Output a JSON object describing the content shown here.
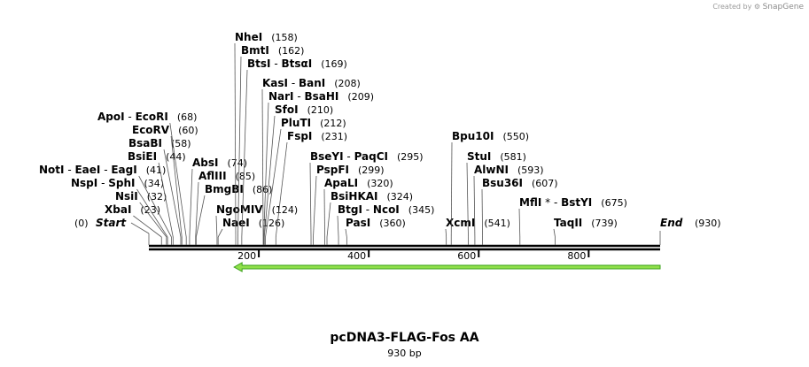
{
  "credit": {
    "prefix": "Created by",
    "brand": "SnapGene"
  },
  "construct": {
    "name": "pcDNA3-FLAG-Fos AA",
    "length_label": "930 bp"
  },
  "sequence": {
    "length": 930
  },
  "ruler_ticks": [
    "200",
    "400",
    "600",
    "800"
  ],
  "start_label": {
    "pos": "(0)",
    "name": "Start"
  },
  "end_label": {
    "pos": "(930)",
    "name": "End"
  },
  "sites": [
    {
      "id": "xbai",
      "parts": [
        {
          "t": "XbaI",
          "b": true
        }
      ],
      "pos": "(23)",
      "site": 23,
      "side": "left"
    },
    {
      "id": "nsii",
      "parts": [
        {
          "t": "NsiI",
          "b": true
        }
      ],
      "pos": "(32)",
      "site": 32,
      "side": "left"
    },
    {
      "id": "nspi",
      "parts": [
        {
          "t": "NspI",
          "b": true
        },
        {
          "t": " - ",
          "b": false
        },
        {
          "t": "SphI",
          "b": true
        }
      ],
      "pos": "(34)",
      "site": 34,
      "side": "left"
    },
    {
      "id": "noti",
      "parts": [
        {
          "t": "NotI",
          "b": true
        },
        {
          "t": " - ",
          "b": false
        },
        {
          "t": "EaeI",
          "b": true
        },
        {
          "t": " - ",
          "b": false
        },
        {
          "t": "EagI",
          "b": true
        }
      ],
      "pos": "(41)",
      "site": 41,
      "side": "left"
    },
    {
      "id": "bsiei",
      "parts": [
        {
          "t": "BsiEI",
          "b": true
        }
      ],
      "pos": "(44)",
      "site": 44,
      "side": "left"
    },
    {
      "id": "bsabi",
      "parts": [
        {
          "t": "BsaBI",
          "b": true
        }
      ],
      "pos": "(58)",
      "site": 58,
      "side": "left"
    },
    {
      "id": "ecorv",
      "parts": [
        {
          "t": "EcoRV",
          "b": true
        }
      ],
      "pos": "(60)",
      "site": 60,
      "side": "left"
    },
    {
      "id": "apoi",
      "parts": [
        {
          "t": "ApoI",
          "b": true
        },
        {
          "t": " - ",
          "b": false
        },
        {
          "t": "EcoRI",
          "b": true
        }
      ],
      "pos": "(68)",
      "site": 68,
      "side": "left"
    },
    {
      "id": "absi",
      "parts": [
        {
          "t": "AbsI",
          "b": true
        }
      ],
      "pos": "(74)",
      "site": 74,
      "side": "right"
    },
    {
      "id": "afliii",
      "parts": [
        {
          "t": "AflIII",
          "b": true
        }
      ],
      "pos": "(85)",
      "site": 85,
      "side": "right"
    },
    {
      "id": "bmgbi",
      "parts": [
        {
          "t": "BmgBI",
          "b": true
        }
      ],
      "pos": "(86)",
      "site": 86,
      "side": "right"
    },
    {
      "id": "ngomiv",
      "parts": [
        {
          "t": "NgoMIV",
          "b": true
        }
      ],
      "pos": "(124)",
      "site": 124,
      "side": "right"
    },
    {
      "id": "naei",
      "parts": [
        {
          "t": "NaeI",
          "b": true
        }
      ],
      "pos": "(126)",
      "site": 126,
      "side": "right"
    },
    {
      "id": "nhei",
      "parts": [
        {
          "t": "NheI",
          "b": true
        }
      ],
      "pos": "(158)",
      "site": 158,
      "side": "right"
    },
    {
      "id": "bmti",
      "parts": [
        {
          "t": "BmtI",
          "b": true
        }
      ],
      "pos": "(162)",
      "site": 162,
      "side": "right"
    },
    {
      "id": "btsi",
      "parts": [
        {
          "t": "BtsI",
          "b": true
        },
        {
          "t": " - ",
          "b": false
        },
        {
          "t": "BtsαI",
          "b": true
        }
      ],
      "pos": "(169)",
      "site": 169,
      "side": "right"
    },
    {
      "id": "kasi",
      "parts": [
        {
          "t": "KasI",
          "b": true
        },
        {
          "t": " - ",
          "b": false
        },
        {
          "t": "BanI",
          "b": true
        }
      ],
      "pos": "(208)",
      "site": 208,
      "side": "right"
    },
    {
      "id": "nari",
      "parts": [
        {
          "t": "NarI",
          "b": true
        },
        {
          "t": " - ",
          "b": false
        },
        {
          "t": "BsaHI",
          "b": true
        }
      ],
      "pos": "(209)",
      "site": 209,
      "side": "right"
    },
    {
      "id": "sfoi",
      "parts": [
        {
          "t": "SfoI",
          "b": true
        }
      ],
      "pos": "(210)",
      "site": 210,
      "side": "right"
    },
    {
      "id": "pluti",
      "parts": [
        {
          "t": "PluTI",
          "b": true
        }
      ],
      "pos": "(212)",
      "site": 212,
      "side": "right"
    },
    {
      "id": "fspi",
      "parts": [
        {
          "t": "FspI",
          "b": true
        }
      ],
      "pos": "(231)",
      "site": 231,
      "side": "right"
    },
    {
      "id": "bseyi",
      "parts": [
        {
          "t": "BseYI",
          "b": true
        },
        {
          "t": " - ",
          "b": false
        },
        {
          "t": "PaqCI",
          "b": true
        }
      ],
      "pos": "(295)",
      "site": 295,
      "side": "right"
    },
    {
      "id": "pspfi",
      "parts": [
        {
          "t": "PspFI",
          "b": true
        }
      ],
      "pos": "(299)",
      "site": 299,
      "side": "right"
    },
    {
      "id": "apali",
      "parts": [
        {
          "t": "ApaLI",
          "b": true
        }
      ],
      "pos": "(320)",
      "site": 320,
      "side": "right"
    },
    {
      "id": "bsihkai",
      "parts": [
        {
          "t": "BsiHKAI",
          "b": true
        }
      ],
      "pos": "(324)",
      "site": 324,
      "side": "right"
    },
    {
      "id": "btgi",
      "parts": [
        {
          "t": "BtgI",
          "b": true
        },
        {
          "t": " - ",
          "b": false
        },
        {
          "t": "NcoI",
          "b": true
        }
      ],
      "pos": "(345)",
      "site": 345,
      "side": "right"
    },
    {
      "id": "pasi",
      "parts": [
        {
          "t": "PasI",
          "b": true
        }
      ],
      "pos": "(360)",
      "site": 360,
      "side": "right"
    },
    {
      "id": "xcmi",
      "parts": [
        {
          "t": "XcmI",
          "b": true
        }
      ],
      "pos": "(541)",
      "site": 541,
      "side": "right"
    },
    {
      "id": "bpu10i",
      "parts": [
        {
          "t": "Bpu10I",
          "b": true
        }
      ],
      "pos": "(550)",
      "site": 550,
      "side": "right"
    },
    {
      "id": "stui",
      "parts": [
        {
          "t": "StuI",
          "b": true
        }
      ],
      "pos": "(581)",
      "site": 581,
      "side": "right"
    },
    {
      "id": "alwni",
      "parts": [
        {
          "t": "AlwNI",
          "b": true
        }
      ],
      "pos": "(593)",
      "site": 593,
      "side": "right"
    },
    {
      "id": "bsu36i",
      "parts": [
        {
          "t": "Bsu36I",
          "b": true
        }
      ],
      "pos": "(607)",
      "site": 607,
      "side": "right"
    },
    {
      "id": "mfli",
      "parts": [
        {
          "t": "MflI",
          "b": true
        },
        {
          "t": " * - ",
          "b": false
        },
        {
          "t": "BstYI",
          "b": true
        }
      ],
      "pos": "(675)",
      "site": 675,
      "side": "right"
    },
    {
      "id": "taqii",
      "parts": [
        {
          "t": "TaqII",
          "b": true
        }
      ],
      "pos": "(739)",
      "site": 739,
      "side": "right"
    }
  ],
  "features": [
    {
      "id": "orf-arrow",
      "start": 155,
      "end": 930,
      "direction": "reverse",
      "color": "#90e04a",
      "stroke": "#3aa01a"
    }
  ],
  "colors": {
    "backbone": "#000000",
    "leader": "#555555"
  }
}
